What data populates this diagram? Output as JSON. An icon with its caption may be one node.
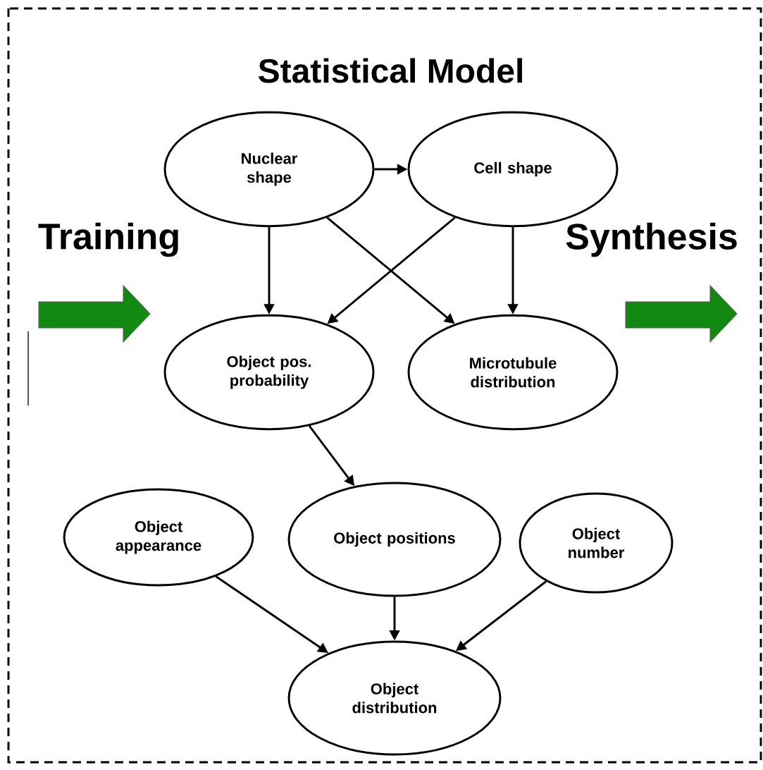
{
  "diagram": {
    "title": "Statistical Model",
    "nodes": [
      {
        "text": [
          "Nuclear shape"
        ]
      },
      {
        "text": [
          "Cell shape"
        ]
      },
      {
        "text": [
          "Object pos. probability"
        ]
      },
      {
        "text": [
          "Microtubule distribution"
        ]
      },
      {
        "text": [
          "Object appearance"
        ]
      },
      {
        "text": [
          "Object positions"
        ]
      },
      {
        "text": [
          "Object number"
        ]
      },
      {
        "text": [
          "Object distribution"
        ]
      }
    ],
    "edges": [
      {
        "from": 0,
        "to": 1,
        "arrow": "to"
      },
      {
        "from": 0,
        "to": 2,
        "arrow": "to"
      },
      {
        "from": 0,
        "to": 3,
        "arrow": "to"
      },
      {
        "from": 1,
        "to": 2,
        "arrow": "to"
      },
      {
        "from": 1,
        "to": 3,
        "arrow": "to"
      },
      {
        "from": 2,
        "to": 5,
        "arrow": "to"
      },
      {
        "from": 4,
        "to": 7,
        "arrow": "to"
      },
      {
        "from": 5,
        "to": 7,
        "arrow": "to"
      },
      {
        "from": 6,
        "to": 7,
        "arrow": "to"
      }
    ],
    "labels": [
      "Training",
      "Synthesis"
    ]
  }
}
